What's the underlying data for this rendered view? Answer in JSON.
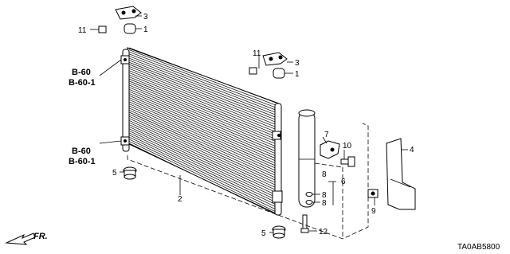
{
  "callouts": {
    "c1a": "1",
    "c1b": "1",
    "c2": "2",
    "c3a": "3",
    "c3b": "3",
    "c4": "4",
    "c5a": "5",
    "c5b": "5",
    "c6": "6",
    "c7": "7",
    "c8a": "8",
    "c8b": "8",
    "c8c": "8",
    "c9": "9",
    "c10": "10",
    "c11a": "11",
    "c11b": "11",
    "c12": "12"
  },
  "refs": {
    "b60_top": "B-60",
    "b601_top": "B-60-1",
    "b60_bottom": "B-60",
    "b601_bottom": "B-60-1"
  },
  "direction_label": "FR.",
  "diagram_code": "TA0AB5800"
}
